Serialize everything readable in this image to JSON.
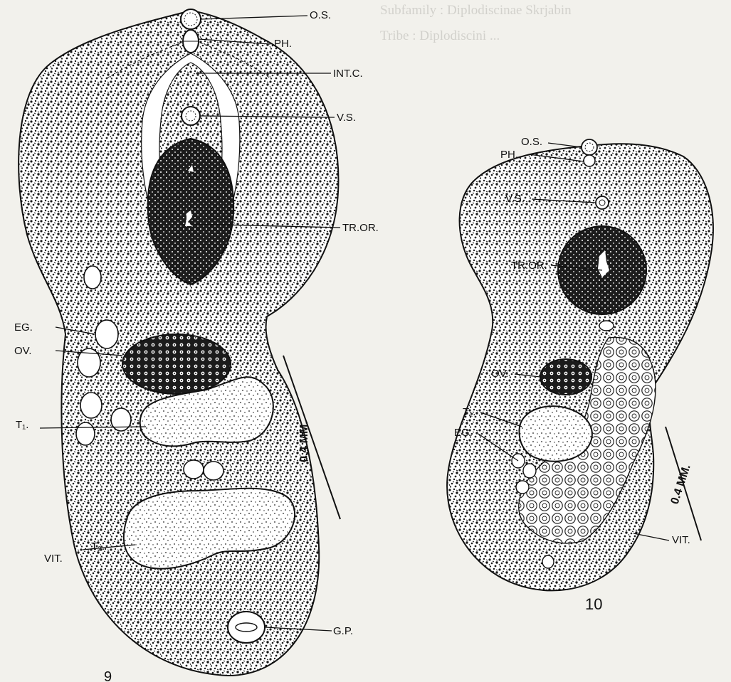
{
  "background_text": {
    "line_subfamily": "Subfamily : Diplodiscinae Skrjabin",
    "line_tribe": "Tribe : Diplodiscini ..."
  },
  "figure_9": {
    "number": "9",
    "labels": {
      "os": "O.S.",
      "ph": "PH.",
      "intc": "INT.C.",
      "vs": "V.S.",
      "tror": "TR.OR.",
      "eg": "EG.",
      "ov": "OV.",
      "t1": "T₁.",
      "t2": "T₂.",
      "vit": "VIT.",
      "gp": "G.P."
    },
    "scale": "0.4 MM."
  },
  "figure_10": {
    "number": "10",
    "labels": {
      "os": "O.S.",
      "ph": "PH.",
      "vs": "V.S.",
      "tror": "TR.OR.",
      "ov": "OV.",
      "t1": "T₁.",
      "eg": "EG.",
      "vit": "VIT."
    },
    "scale": "0.4 MM."
  }
}
